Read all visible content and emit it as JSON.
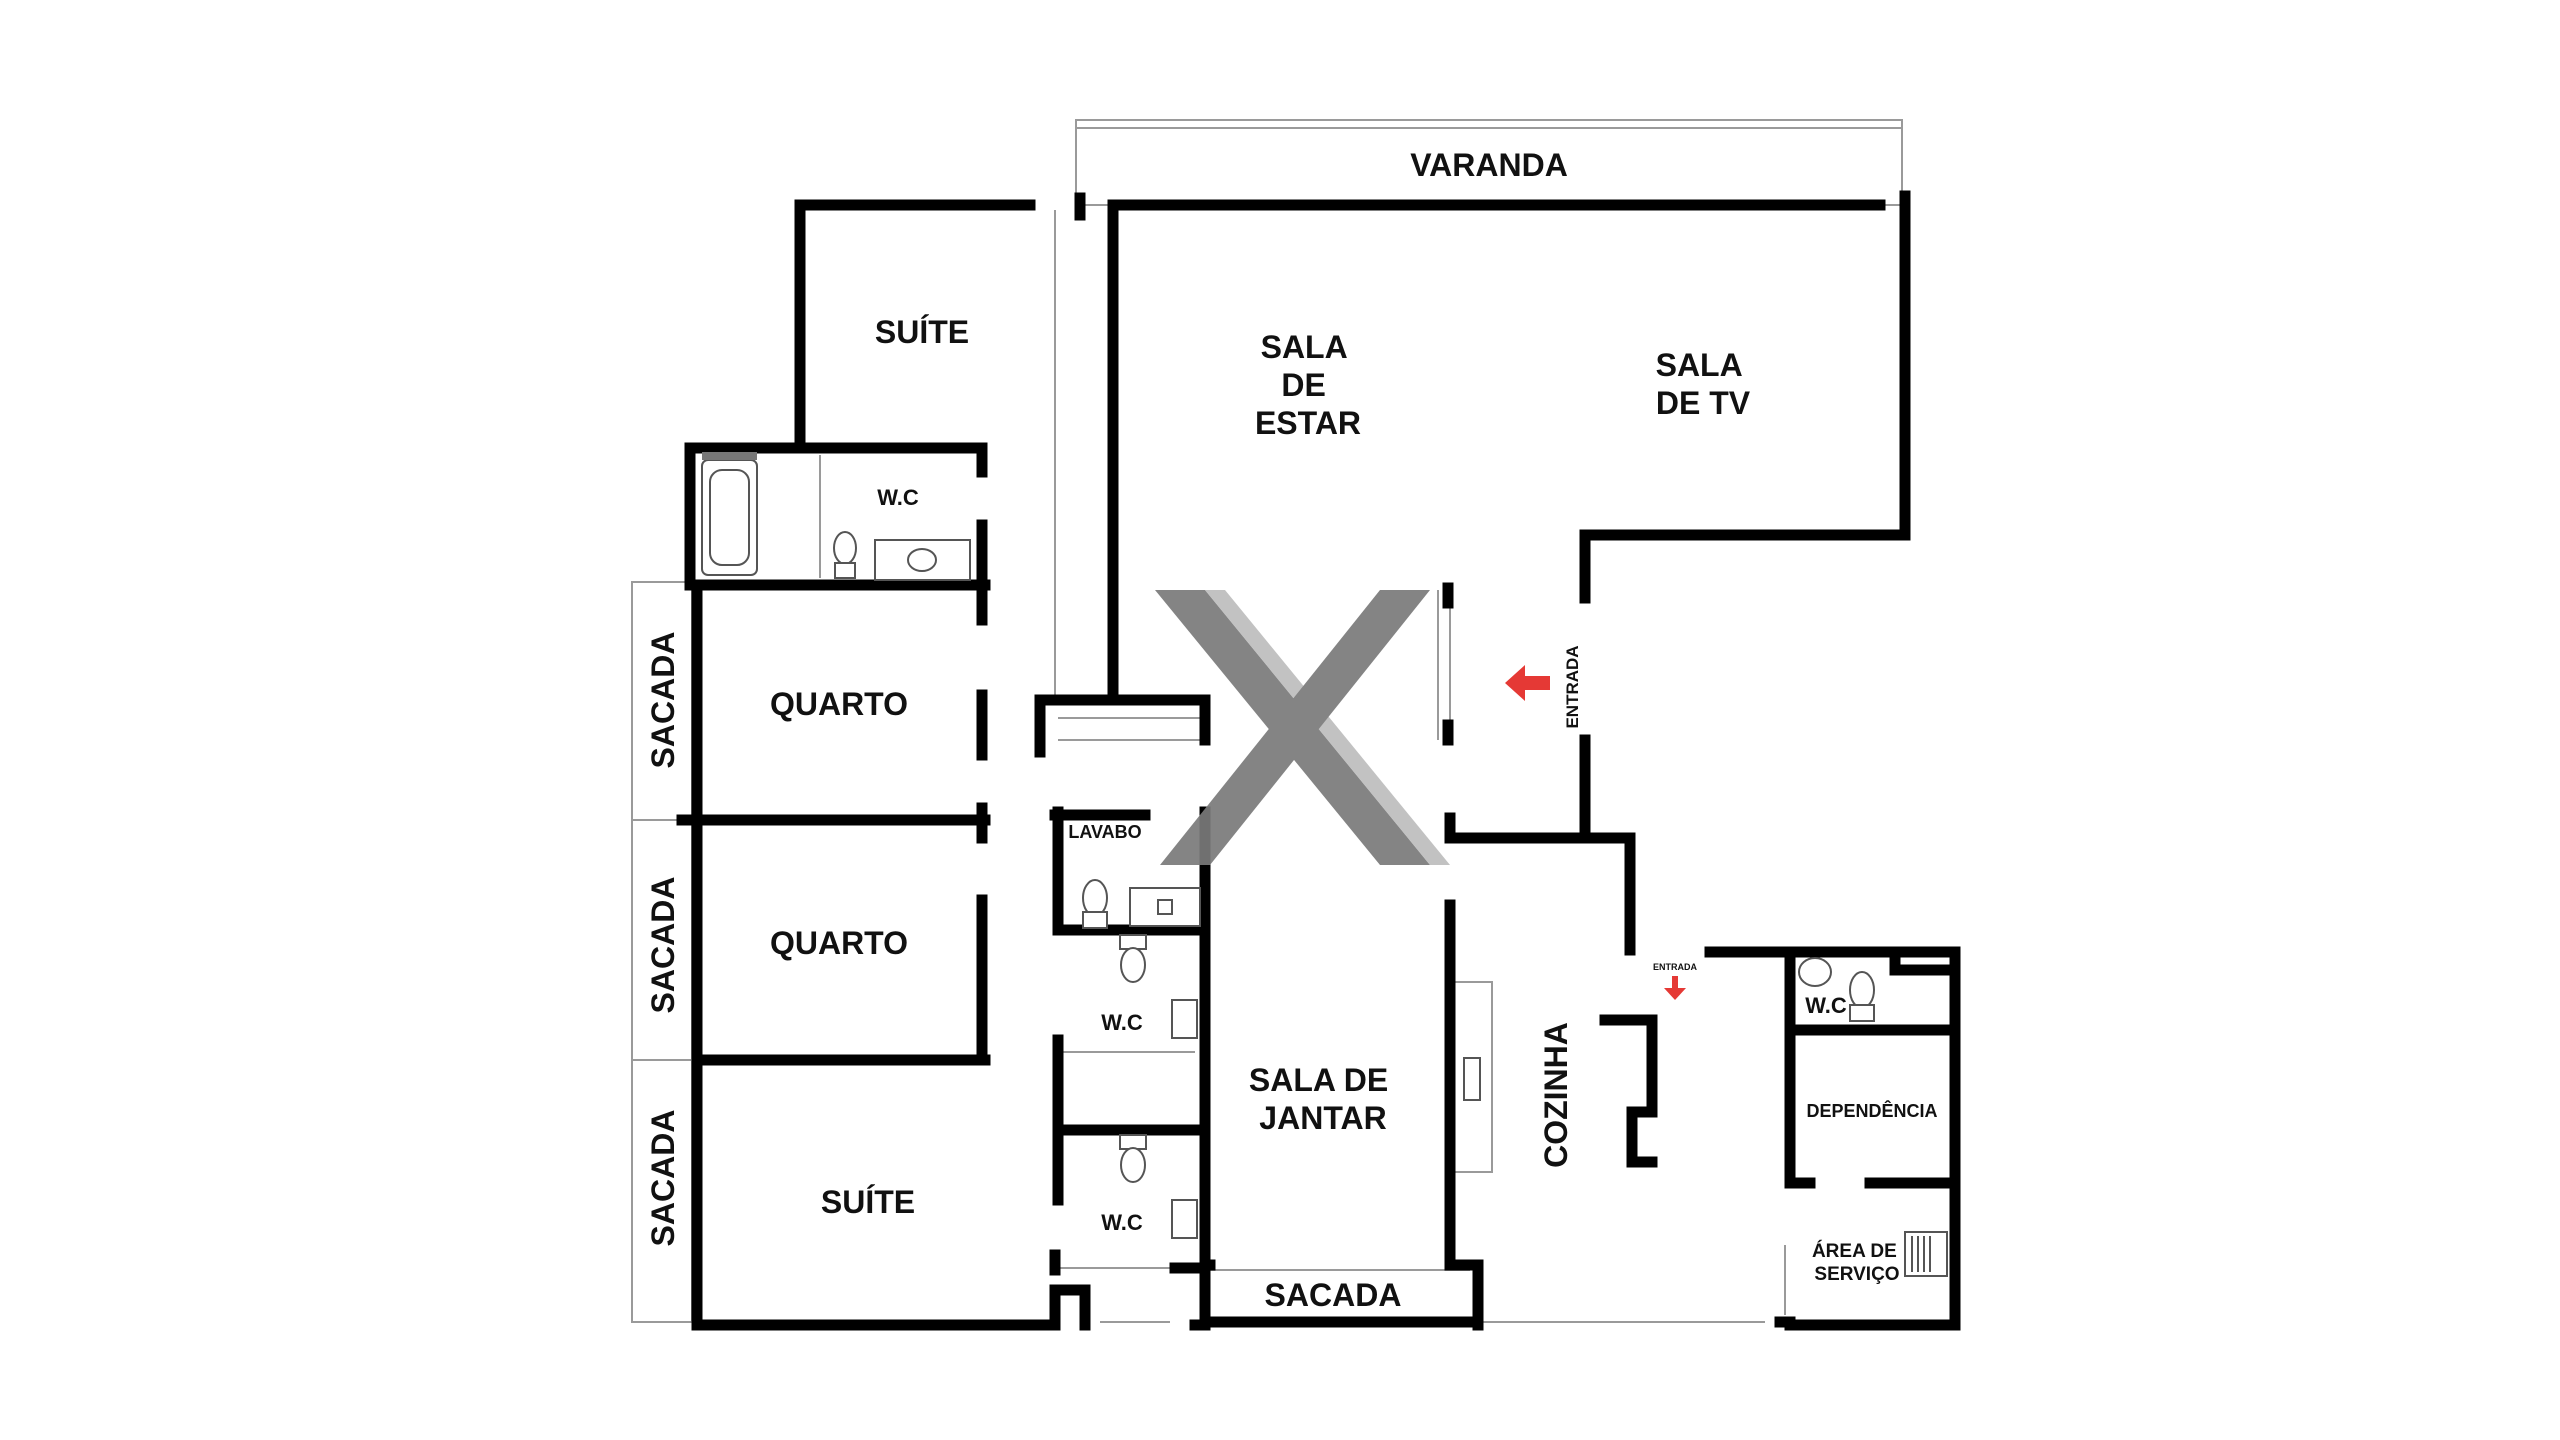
{
  "rooms": {
    "varanda": "VARANDA",
    "suite_top": "SUÍTE",
    "sala_estar": [
      "SALA",
      "DE",
      "ESTAR"
    ],
    "sala_tv": [
      "SALA",
      "DE TV"
    ],
    "wc_suite": "W.C",
    "quarto_1": "QUARTO",
    "quarto_2": "QUARTO",
    "suite_bottom": "SUÍTE",
    "sacada_1": "SACADA",
    "sacada_2": "SACADA",
    "sacada_3": "SACADA",
    "sacada_bottom": "SACADA",
    "lavabo": "LAVABO",
    "wc_1": "W.C",
    "wc_2": "W.C",
    "sala_jantar": [
      "SALA DE",
      "JANTAR"
    ],
    "cozinha": "COZINHA",
    "wc_service": "W.C",
    "dependencia": "DEPENDÊNCIA",
    "area_servico": [
      "ÁREA DE",
      "SERVIÇO"
    ]
  },
  "entrances": {
    "main": "ENTRADA",
    "service": "ENTRADA"
  },
  "colors": {
    "wall": "#000000",
    "arrow": "#e53935",
    "watermark": "#7a7a7a"
  },
  "icons": [
    "bathtub-icon",
    "toilet-icon",
    "sink-icon",
    "entrance-arrow-icon",
    "logo-watermark-icon"
  ]
}
